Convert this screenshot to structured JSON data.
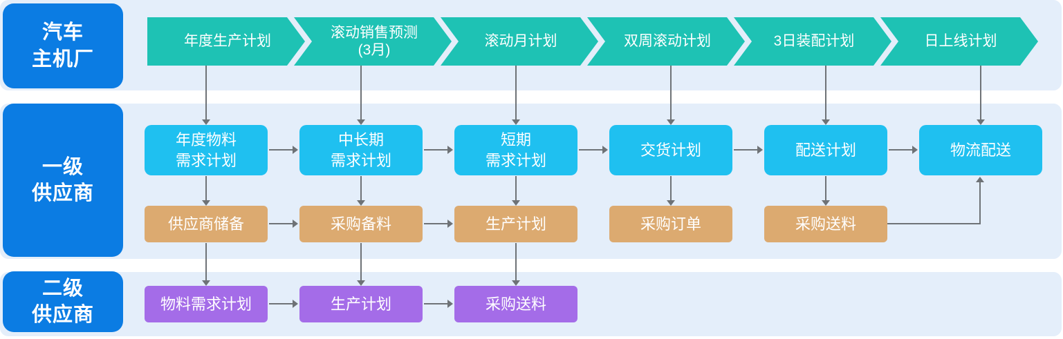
{
  "side_labels": [
    {
      "lines": [
        "汽车",
        "主机厂"
      ]
    },
    {
      "lines": [
        "一级",
        "供应商"
      ]
    },
    {
      "lines": [
        "二级",
        "供应商"
      ]
    }
  ],
  "chevrons": [
    {
      "lines": [
        "年度生产计划"
      ]
    },
    {
      "lines": [
        "滚动销售预测",
        "(3月)"
      ]
    },
    {
      "lines": [
        "滚动月计划"
      ]
    },
    {
      "lines": [
        "双周滚动计划"
      ]
    },
    {
      "lines": [
        "3日装配计划"
      ]
    },
    {
      "lines": [
        "日上线计划"
      ]
    }
  ],
  "tier1_plan_boxes": [
    {
      "lines": [
        "年度物料",
        "需求计划"
      ]
    },
    {
      "lines": [
        "中长期",
        "需求计划"
      ]
    },
    {
      "lines": [
        "短期",
        "需求计划"
      ]
    },
    {
      "lines": [
        "交货计划"
      ]
    },
    {
      "lines": [
        "配送计划"
      ]
    },
    {
      "lines": [
        "物流配送"
      ]
    }
  ],
  "tier1_exec_boxes": [
    {
      "label": "供应商储备"
    },
    {
      "label": "采购备料"
    },
    {
      "label": "生产计划"
    },
    {
      "label": "采购订单"
    },
    {
      "label": "采购送料"
    }
  ],
  "tier2_boxes": [
    {
      "label": "物料需求计划"
    },
    {
      "label": "生产计划"
    },
    {
      "label": "采购送料"
    }
  ],
  "colors": {
    "side_label_blue": "#0B7CE3",
    "oem_chevron_teal": "#1EC2B4",
    "tier1_plan_cyan": "#1FC0F0",
    "tier1_exec_tan": "#DCAA70",
    "tier2_purple": "#A46CE8",
    "band_light_blue": "#E4EEFA",
    "arrow_gray": "#6E7276"
  }
}
